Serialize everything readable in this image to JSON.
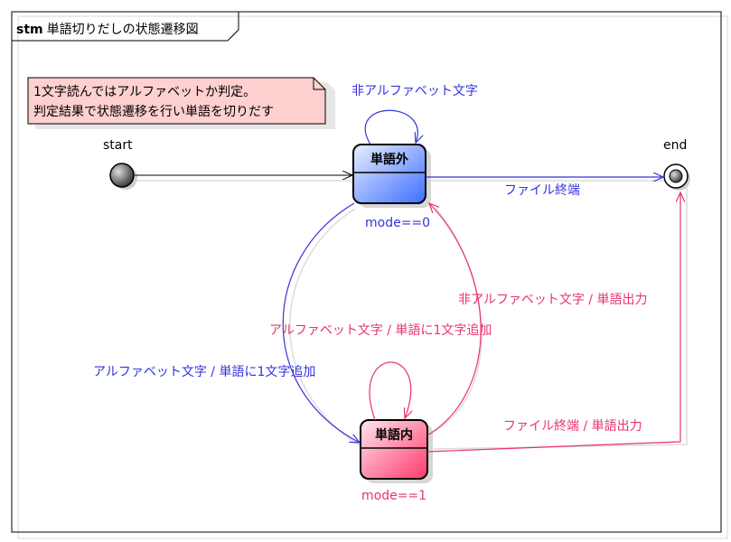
{
  "diagram": {
    "frame": {
      "keyword": "stm",
      "title": "単語切りだしの状態遷移図"
    },
    "note": {
      "lines": [
        "1文字読んではアルファベットか判定。",
        "判定結果で状態遷移を行い単語を切りだす"
      ]
    },
    "start_label": "start",
    "end_label": "end",
    "states": [
      {
        "name": "単語外",
        "guard": "mode==0",
        "color": "#4c7dff"
      },
      {
        "name": "単語内",
        "guard": "mode==1",
        "color": "#ff4d7a"
      }
    ],
    "transitions": {
      "self_out": "非アルファベット文字",
      "out_to_end": "ファイル終端",
      "out_to_in": "アルファベット文字 / 単語に1文字追加",
      "self_in": "アルファベット文字 / 単語に1文字追加",
      "in_to_out": "非アルファベット文字 / 単語出力",
      "in_to_end": "ファイル終端 / 単語出力"
    },
    "colors": {
      "blue_arrow": "#3333dd",
      "pink_arrow": "#e8336b"
    }
  }
}
